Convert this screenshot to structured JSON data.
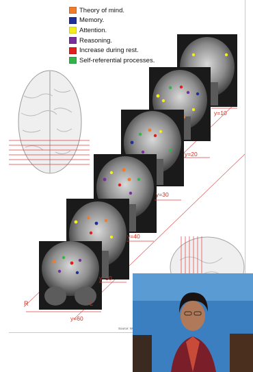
{
  "legend": [
    {
      "label": "Theory of mind.",
      "color": "#f07b2a"
    },
    {
      "label": "Memory.",
      "color": "#1f2f9a"
    },
    {
      "label": "Attention.",
      "color": "#f3ee1a"
    },
    {
      "label": "Reasoning.",
      "color": "#7a2e9e"
    },
    {
      "label": "Increase during rest.",
      "color": "#e21d1d"
    },
    {
      "label": "Self-referential processes.",
      "color": "#33b34a"
    }
  ],
  "slices": [
    "y=10",
    "y=20",
    "y=30",
    "y=40",
    "y=50",
    "y=60"
  ],
  "orientation": {
    "left": "R",
    "right": "L"
  },
  "source": "Source: Wicker et al.",
  "icons": {
    "brain_3d": "brain-3d-render-icon",
    "speaker": "presenter-video-feed"
  }
}
